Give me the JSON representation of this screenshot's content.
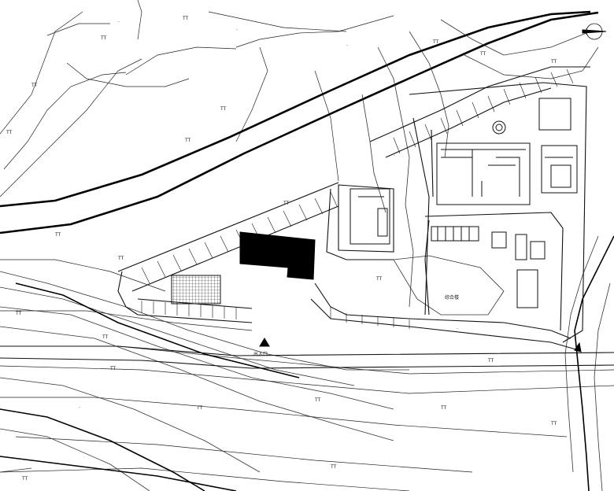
{
  "map": {
    "title": "",
    "north_arrow_icon": "north-arrow-icon",
    "survey_marker_icon": "triangle-survey-marker-icon",
    "vegetation_symbol": "TT",
    "labels": {
      "gate_label": "出入口",
      "site_label": "综合楼"
    },
    "colors": {
      "ink": "#000000",
      "paper": "#ffffff"
    }
  }
}
